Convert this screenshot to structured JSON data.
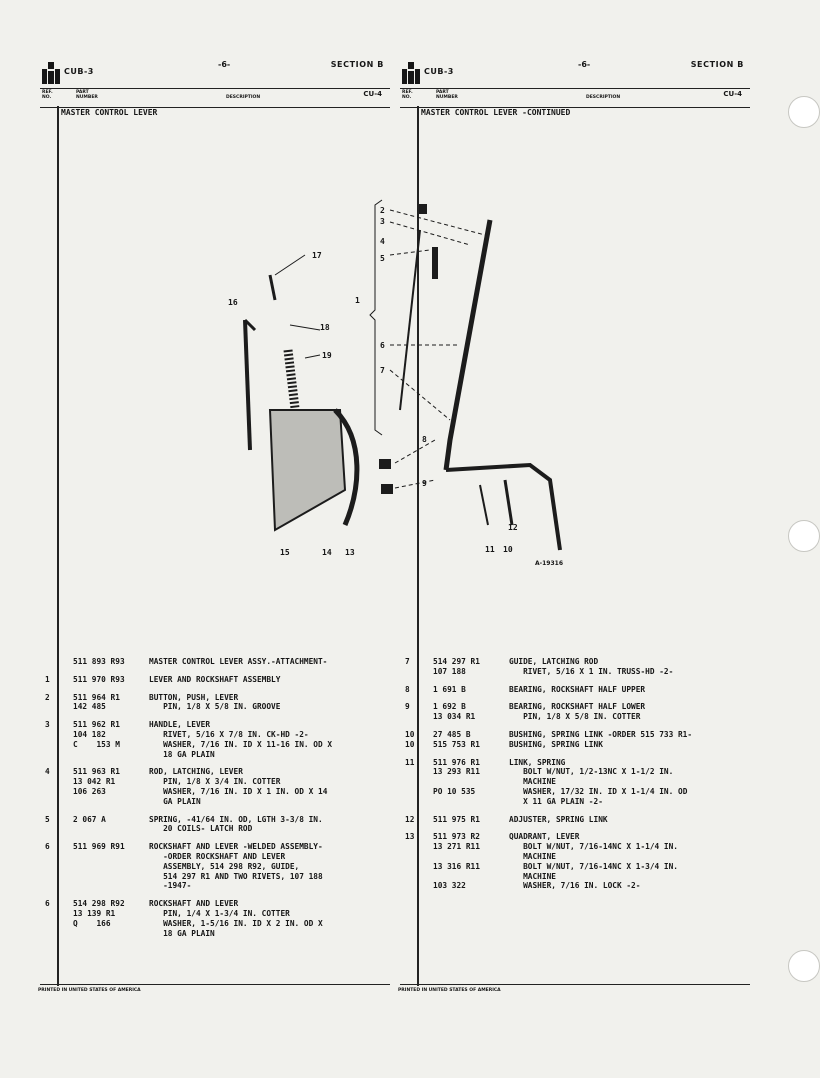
{
  "page": {
    "model": "CUB-3",
    "page_number": "-6-",
    "section": "SECTION B",
    "code": "CU-4",
    "printed": "PRINTED IN UNITED STATES OF AMERICA",
    "diagram_ref": "A-19316"
  },
  "columns": {
    "ref": "REF.\nNO.",
    "part": "PART\nNUMBER",
    "desc": "DESCRIPTION"
  },
  "left": {
    "title": "MASTER CONTROL LEVER",
    "rows": [
      {
        "ref": "",
        "part": "511 893 R93",
        "desc": "MASTER CONTROL LEVER ASSY.-ATTACHMENT-"
      },
      {
        "ref": "1",
        "part": "511 970 R93",
        "desc": "LEVER AND ROCKSHAFT ASSEMBLY"
      },
      {
        "ref": "2",
        "part": "511 964 R1\n142 485",
        "desc": "BUTTON, PUSH, LEVER\n   PIN, 1/8 X 5/8 IN. GROOVE"
      },
      {
        "ref": "3",
        "part": "511 962 R1\n104 182\nC    153 M",
        "desc": "HANDLE, LEVER\n   RIVET, 5/16 X 7/8 IN. CK-HD -2-\n   WASHER, 7/16 IN. ID X 11-16 IN. OD X\n   18 GA PLAIN"
      },
      {
        "ref": "4",
        "part": "511 963 R1\n13 042 R1\n106 263",
        "desc": "ROD, LATCHING, LEVER\n   PIN, 1/8 X 3/4 IN. COTTER\n   WASHER, 7/16 IN. ID X 1 IN. OD X 14\n   GA PLAIN"
      },
      {
        "ref": "5",
        "part": "2 067 A",
        "desc": "SPRING, -41/64 IN. OD, LGTH 3-3/8 IN.\n   20 COILS- LATCH ROD"
      },
      {
        "ref": "6",
        "part": "511 969 R91",
        "desc": "ROCKSHAFT AND LEVER -WELDED ASSEMBLY-\n   -ORDER ROCKSHAFT AND LEVER\n   ASSEMBLY, 514 298 R92, GUIDE,\n   514 297 R1 AND TWO RIVETS, 107 188\n   -1947-"
      },
      {
        "ref": "6",
        "part": "514 298 R92\n13 139 R1\nQ    166",
        "desc": "ROCKSHAFT AND LEVER\n   PIN, 1/4 X 1-3/4 IN. COTTER\n   WASHER, 1-5/16 IN. ID X 2 IN. OD X\n   18 GA PLAIN"
      }
    ]
  },
  "right": {
    "title": "MASTER CONTROL LEVER -CONTINUED",
    "rows": [
      {
        "ref": "7",
        "part": "514 297 R1\n107 188",
        "desc": "GUIDE, LATCHING ROD\n   RIVET, 5/16 X 1 IN. TRUSS-HD -2-"
      },
      {
        "ref": "8",
        "part": "1 691 B",
        "desc": "BEARING, ROCKSHAFT HALF UPPER"
      },
      {
        "ref": "9",
        "part": "1 692 B\n13 034 R1",
        "desc": "BEARING, ROCKSHAFT HALF LOWER\n   PIN, 1/8 X 5/8 IN. COTTER"
      },
      {
        "ref": "10\n10",
        "part": "27 485 B\n515 753 R1",
        "desc": "BUSHING, SPRING LINK -ORDER 515 733 R1-\nBUSHING, SPRING LINK"
      },
      {
        "ref": "11",
        "part": "511 976 R1\n13 293 R11\n\nPO 10 535",
        "desc": "LINK, SPRING\n   BOLT W/NUT, 1/2-13NC X 1-1/2 IN.\n   MACHINE\n   WASHER, 17/32 IN. ID X 1-1/4 IN. OD\n   X 11 GA PLAIN -2-"
      },
      {
        "ref": "12",
        "part": "511 975 R1",
        "desc": "ADJUSTER, SPRING LINK"
      },
      {
        "ref": "13",
        "part": "511 973 R2\n13 271 R11\n\n13 316 R11\n\n103 322",
        "desc": "QUADRANT, LEVER\n   BOLT W/NUT, 7/16-14NC X 1-1/4 IN.\n   MACHINE\n   BOLT W/NUT, 7/16-14NC X 1-3/4 IN.\n   MACHINE\n   WASHER, 7/16 IN. LOCK -2-"
      }
    ]
  },
  "callouts": [
    "1",
    "2",
    "3",
    "4",
    "5",
    "6",
    "7",
    "8",
    "9",
    "10",
    "11",
    "12",
    "13",
    "14",
    "15",
    "16",
    "17",
    "18",
    "19"
  ],
  "icons": {
    "logo": "ih-logo-icon",
    "holes": "binder-hole-icon"
  }
}
